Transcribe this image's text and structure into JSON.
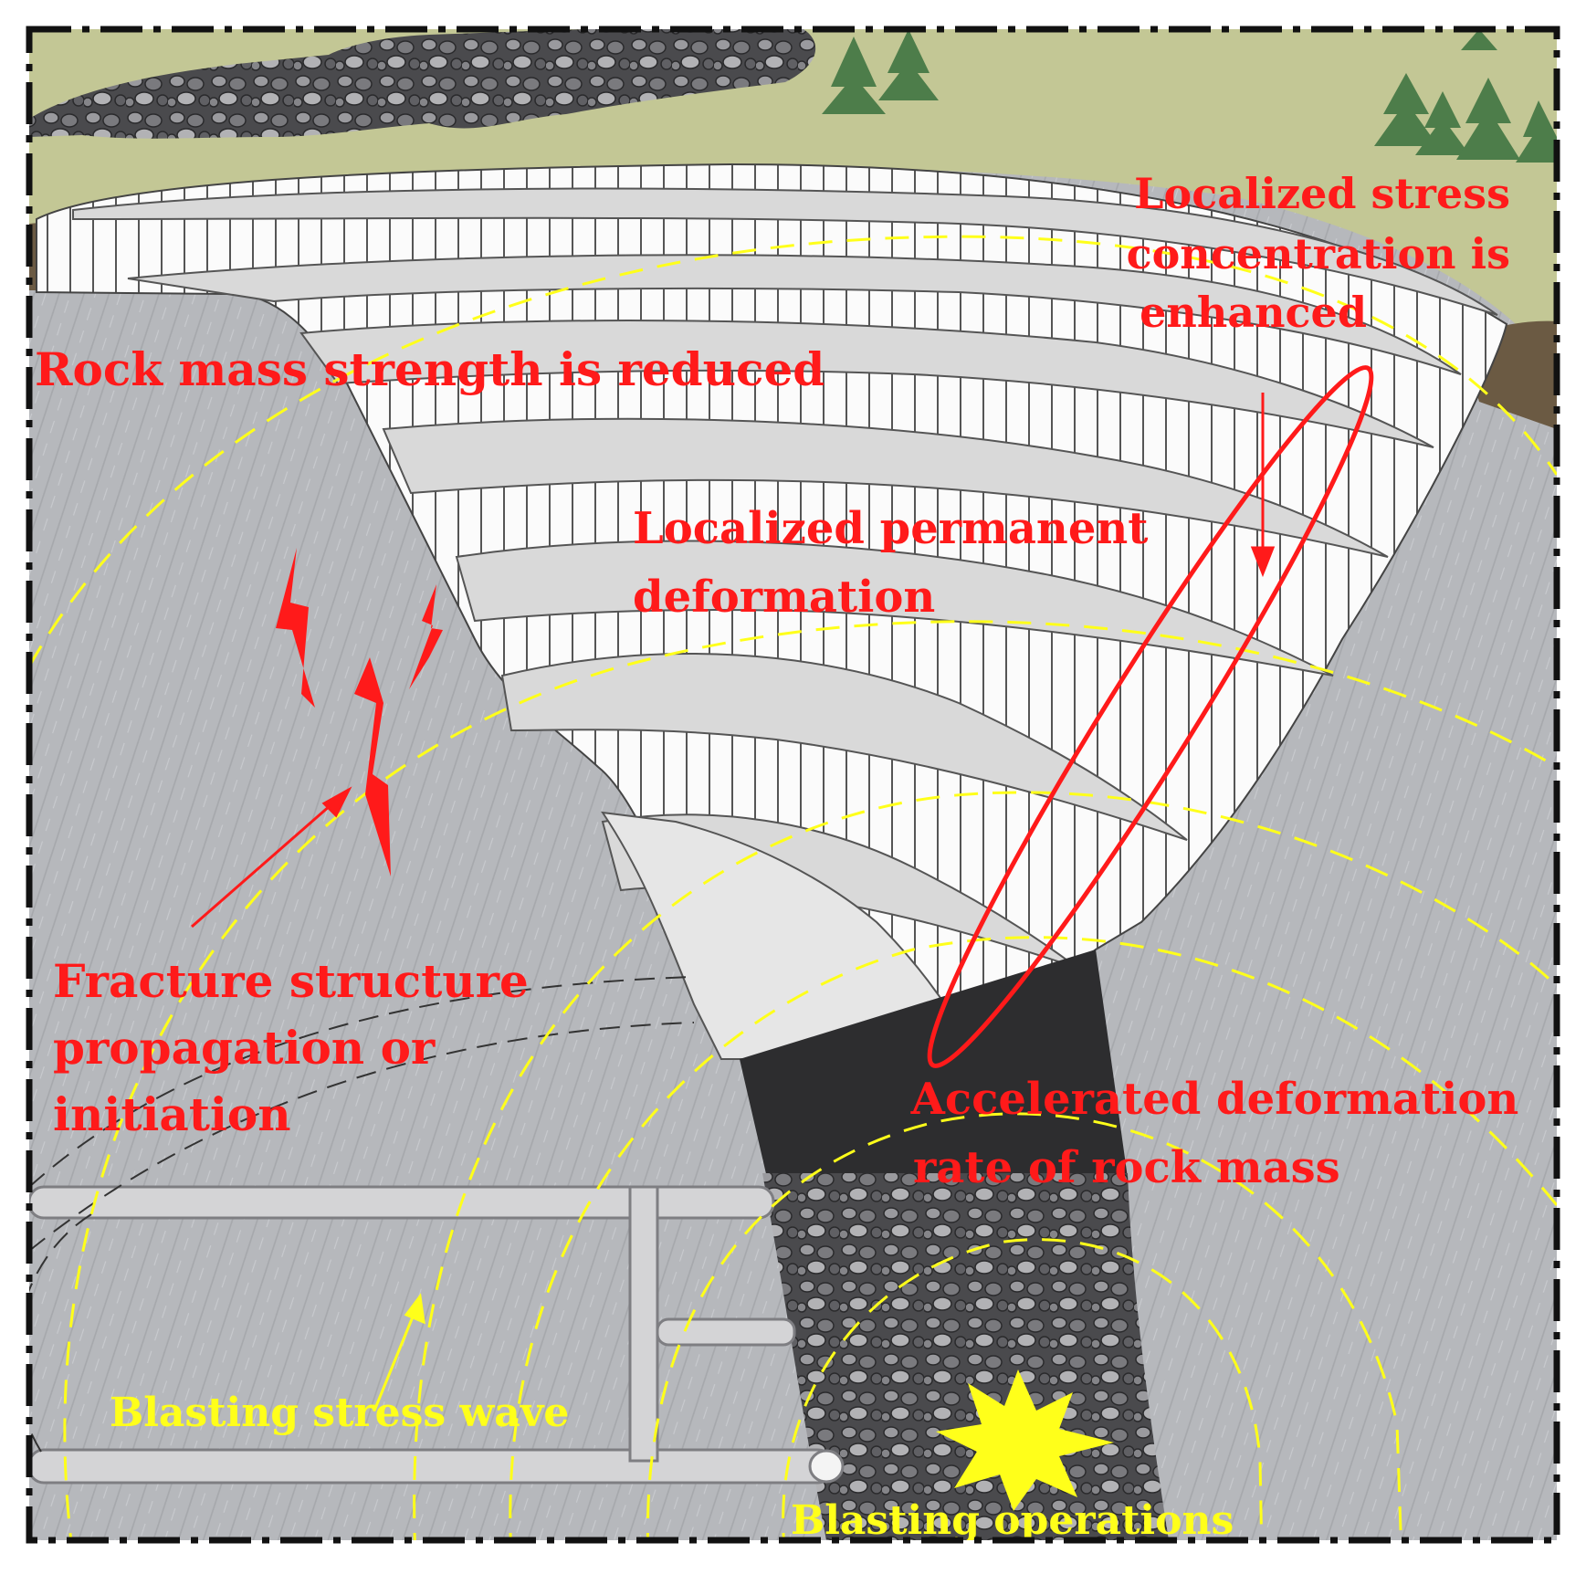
{
  "colors": {
    "annotation_red": "#ff1a1a",
    "wave_yellow": "#ffff1a",
    "rock_gray": "#b6b8bc",
    "ground_green": "#c3c795",
    "soil_brown": "#6b5a43",
    "pit_white": "#f5f5f5",
    "cave_dark": "#2d2d2f"
  },
  "labels": {
    "stress_concentration": [
      "Localized stress",
      "concentration is",
      "enhanced"
    ],
    "strength_reduced": "Rock mass strength is reduced",
    "permanent_deformation": [
      "Localized permanent",
      "deformation"
    ],
    "fracture": [
      "Fracture structure",
      "propagation or",
      "initiation"
    ],
    "accelerated": [
      "Accelerated deformation",
      "rate of rock mass"
    ],
    "stress_wave": "Blasting stress wave",
    "blasting_ops": "Blasting operations"
  }
}
